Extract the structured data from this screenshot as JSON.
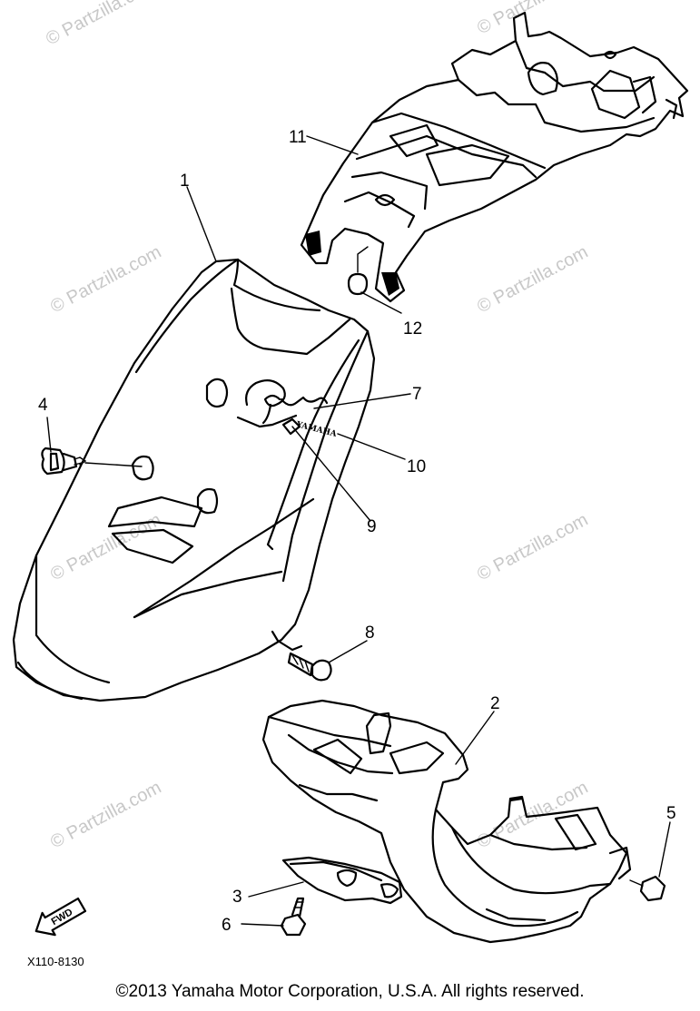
{
  "watermark": {
    "text": "© Partzilla.com",
    "color": "#c8c8c8"
  },
  "callouts": [
    "1",
    "2",
    "3",
    "4",
    "5",
    "6",
    "7",
    "8",
    "9",
    "10",
    "11",
    "12"
  ],
  "emblem": {
    "brand": "YAMAHA",
    "arrow_label": "FWD"
  },
  "diagram_ref": "X110-8130",
  "copyright": "©2013  Yamaha Motor Corporation, U.S.A. All rights reserved."
}
